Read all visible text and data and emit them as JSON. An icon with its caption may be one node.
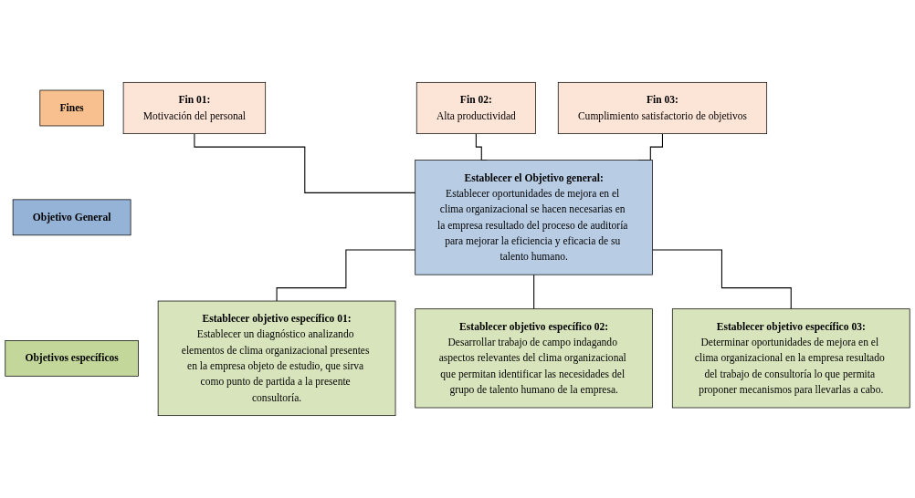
{
  "diagram": {
    "nodes": [
      {
        "text": [
          "Fines"
        ]
      },
      {
        "text": [
          "Fin 01:",
          "Motivación del personal"
        ]
      },
      {
        "text": [
          "Fin 02:",
          "Alta productividad"
        ]
      },
      {
        "text": [
          "Fin 03:",
          "Cumplimiento satisfactorio de objetivos"
        ]
      },
      {
        "text": [
          "Objetivo General"
        ]
      },
      {
        "text": [
          "Establecer el Objetivo general:",
          "Establecer oportunidades de mejora en el clima organizacional se hacen necesarias en la empresa resultado del proceso de auditoría para mejorar la eficiencia y eficacia de su talento humano."
        ]
      },
      {
        "text": [
          "Objetivos específicos"
        ]
      },
      {
        "text": [
          "Establecer objetivo específico 01:",
          "Establecer un diagnóstico analizando elementos de clima organizacional presentes en la empresa objeto de estudio, que sirva como punto de partida a la presente consultoría."
        ]
      },
      {
        "text": [
          "Establecer objetivo específico 02:",
          "Desarrollar trabajo de campo indagando aspectos relevantes del clima organizacional que permitan identificar las necesidades del grupo de talento humano de la empresa."
        ]
      },
      {
        "text": [
          "Establecer objetivo específico 03:",
          "Determinar oportunidades de mejora en el clima organizacional en la empresa resultado del trabajo de consultoría lo que permita proponer mecanismos para llevarlas a cabo."
        ]
      }
    ],
    "edges": [
      {
        "from": 1,
        "to": 5,
        "arrow": "none"
      },
      {
        "from": 2,
        "to": 5,
        "arrow": "none"
      },
      {
        "from": 3,
        "to": 5,
        "arrow": "none"
      },
      {
        "from": 5,
        "to": 7,
        "arrow": "none"
      },
      {
        "from": 5,
        "to": 8,
        "arrow": "none"
      },
      {
        "from": 5,
        "to": 9,
        "arrow": "none"
      }
    ]
  }
}
